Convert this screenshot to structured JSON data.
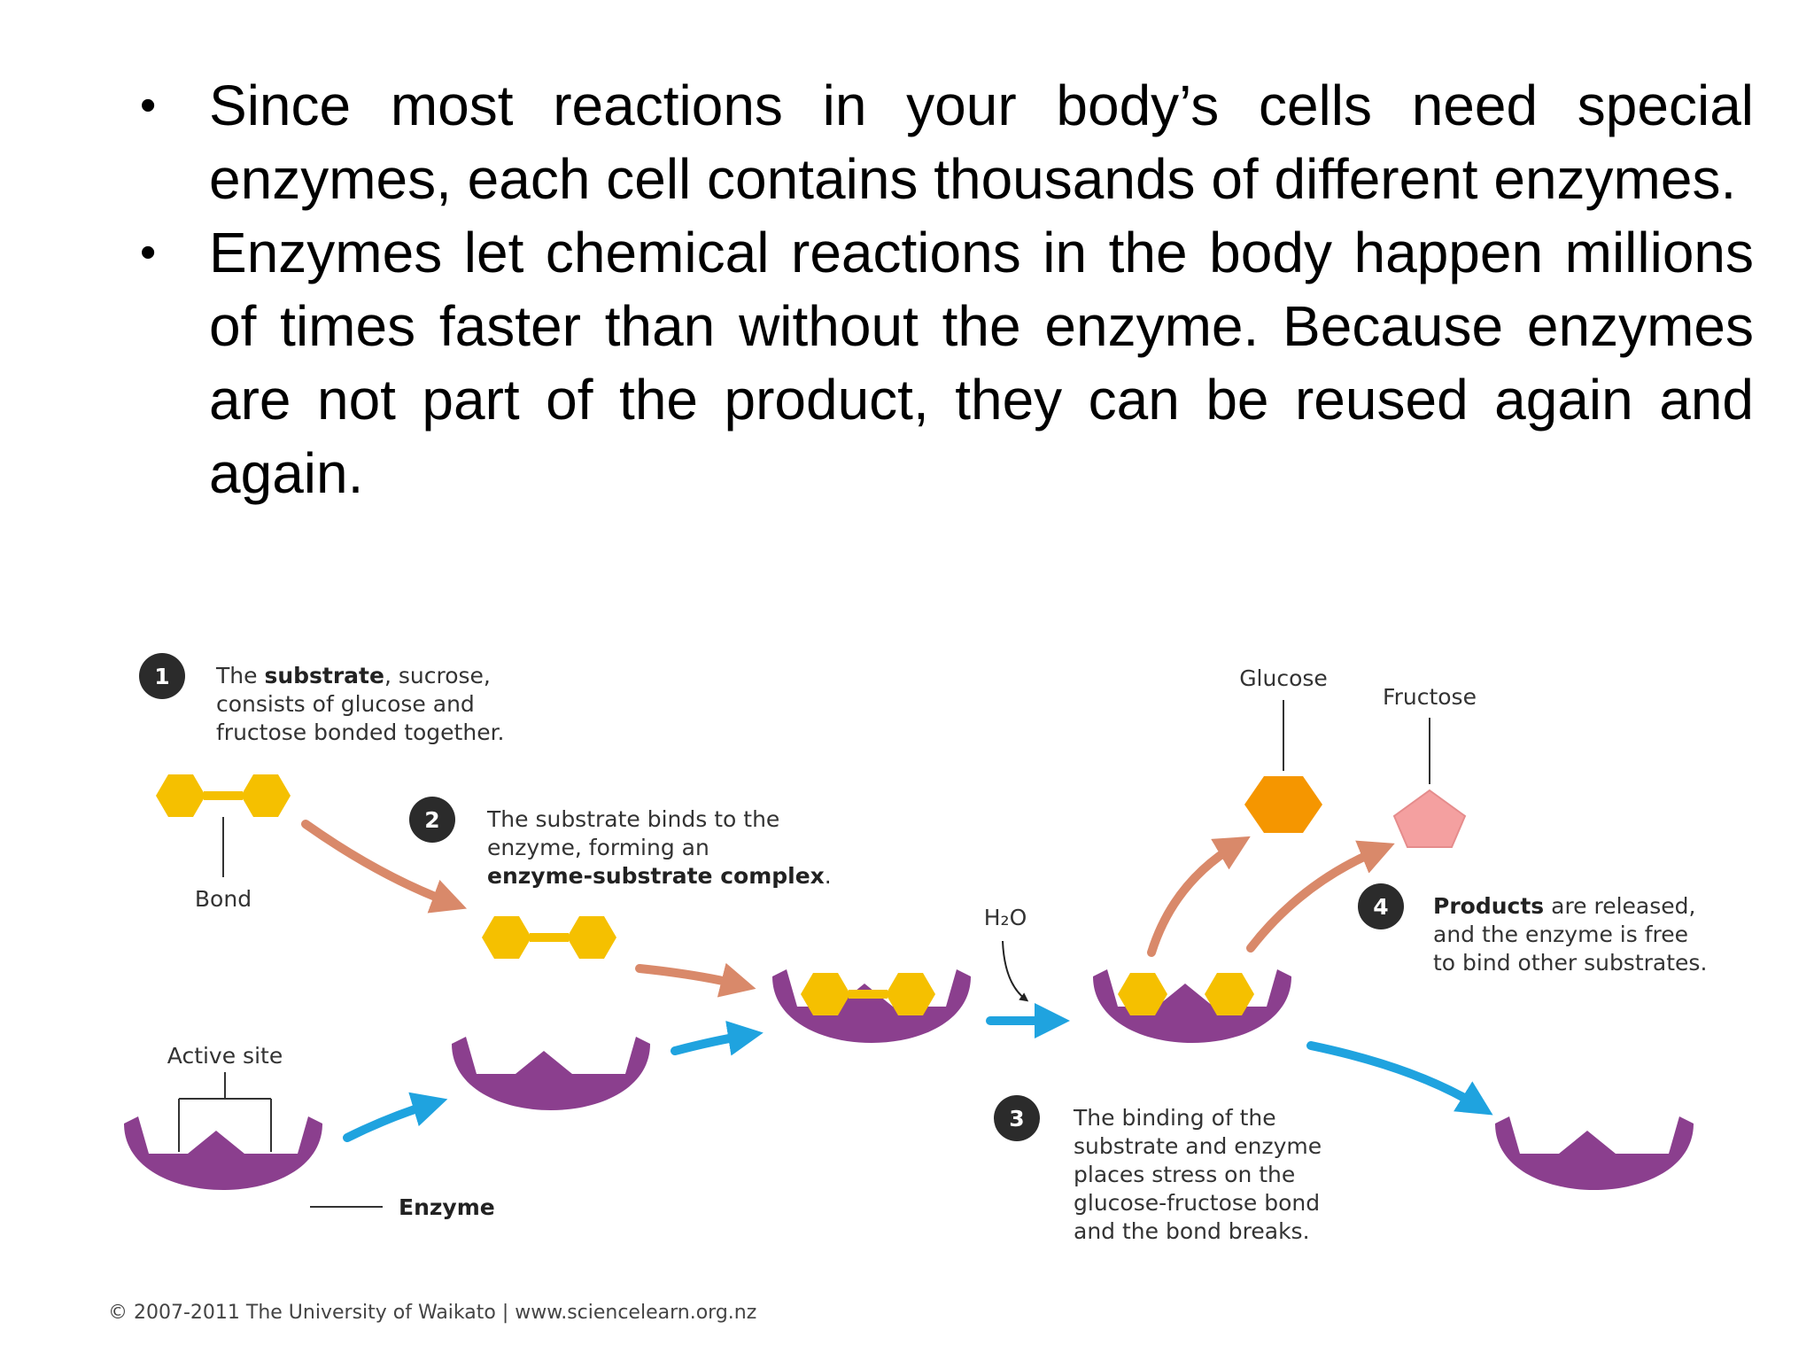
{
  "bullets": [
    "Since most reactions in your body’s cells need special enzymes, each cell contains thousands of different enzymes.",
    "Enzymes let chemical reactions in the body happen millions of times faster than without the enzyme. Because enzymes are not part of the product, they can be reused again and again."
  ],
  "bullet_glyph": "•",
  "diagram": {
    "step1": {
      "num": "1",
      "pre": "The ",
      "bold": "substrate",
      "post": ", sucrose,",
      "line2": "consists of glucose and",
      "line3": "fructose bonded together."
    },
    "step2": {
      "num": "2",
      "line1": "The substrate binds to the",
      "line2": "enzyme, forming an",
      "bold": "enzyme-substrate complex",
      "post": "."
    },
    "step3": {
      "num": "3",
      "lines": [
        "The binding of the",
        "substrate and enzyme",
        "places stress on the",
        "glucose-fructose bond",
        "and the bond breaks."
      ]
    },
    "step4": {
      "num": "4",
      "bold": "Products",
      "post": " are released,",
      "line2": "and the enzyme is free",
      "line3": "to bind other substrates."
    },
    "labels": {
      "bond": "Bond",
      "active_site": "Active site",
      "enzyme": "Enzyme",
      "water": "H₂O",
      "glucose": "Glucose",
      "fructose": "Fructose"
    },
    "credit": "© 2007-2011 The University of Waikato | www.sciencelearn.org.nz",
    "colors": {
      "enzyme": "#8B3F8E",
      "substrate": "#F5C000",
      "glucose": "#F59600",
      "fructose": "#F4A0A0",
      "arrow_orange": "#D9896A",
      "arrow_blue": "#1FA3DF",
      "badge": "#2b2b2b"
    }
  }
}
